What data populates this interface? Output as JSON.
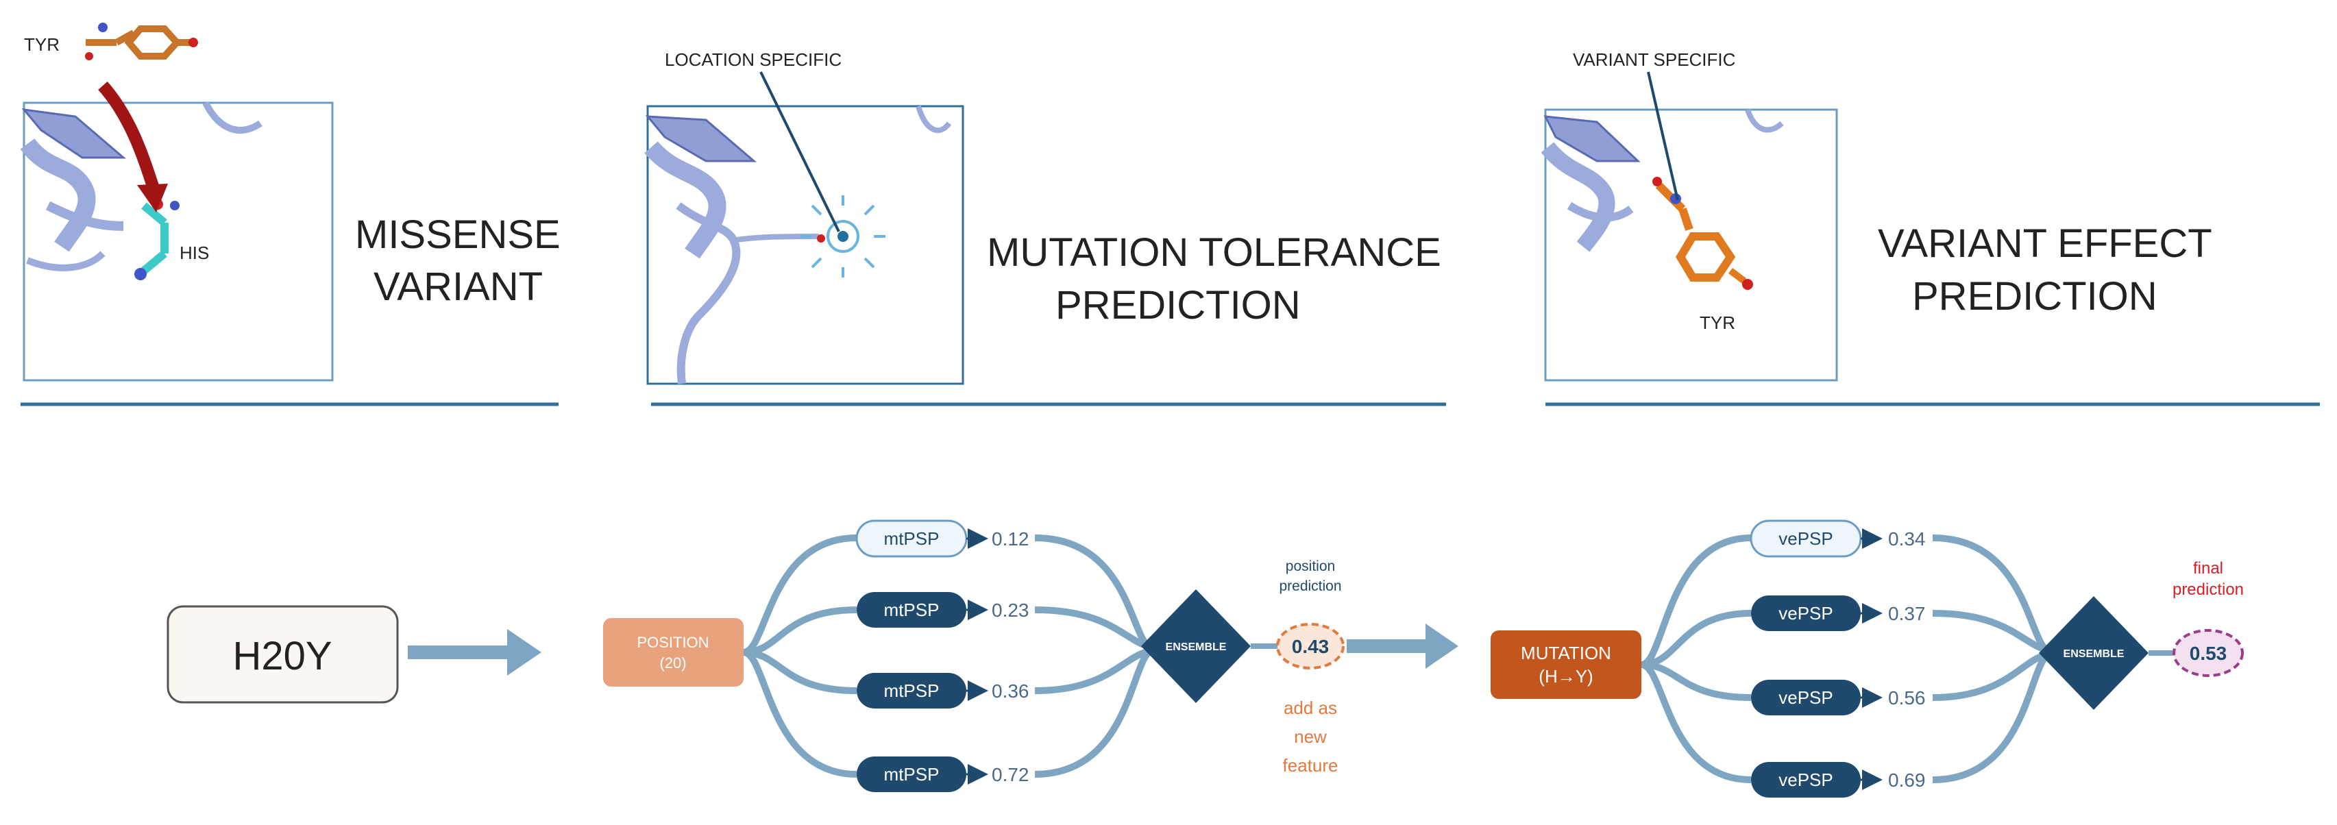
{
  "panels": {
    "missense": {
      "aa_top": "TYR",
      "aa_bottom": "HIS",
      "title_line1": "MISSENSE",
      "title_line2": "VARIANT"
    },
    "tolerance": {
      "annotation": "LOCATION SPECIFIC",
      "title_line1": "MUTATION TOLERANCE",
      "title_line2": "PREDICTION"
    },
    "effect": {
      "annotation": "VARIANT SPECIFIC",
      "aa_label": "TYR",
      "title_line1": "VARIANT EFFECT",
      "title_line2": "PREDICTION"
    }
  },
  "pipeline": {
    "input_variant": "H20Y",
    "position_box_line1": "POSITION",
    "position_box_line2": "(20)",
    "mt_models": [
      {
        "label": "mtPSP",
        "value": "0.12"
      },
      {
        "label": "mtPSP",
        "value": "0.23"
      },
      {
        "label": "mtPSP",
        "value": "0.36"
      },
      {
        "label": "mtPSP",
        "value": "0.72"
      }
    ],
    "ensemble1": "ENSEMBLE",
    "position_prediction_line1": "position",
    "position_prediction_line2": "prediction",
    "position_prediction_value": "0.43",
    "add_feature_line1": "add as",
    "add_feature_line2": "new",
    "add_feature_line3": "feature",
    "mutation_box_line1": "MUTATION",
    "mutation_box_line2": "(H→Y)",
    "ve_models": [
      {
        "label": "vePSP",
        "value": "0.34"
      },
      {
        "label": "vePSP",
        "value": "0.37"
      },
      {
        "label": "vePSP",
        "value": "0.56"
      },
      {
        "label": "vePSP",
        "value": "0.69"
      }
    ],
    "ensemble2": "ENSEMBLE",
    "final_prediction_line1": "final",
    "final_prediction_line2": "prediction",
    "final_prediction_value": "0.53"
  },
  "colors": {
    "navy": "#1f4a6e",
    "light_blue_stroke": "#6a9cc4",
    "flow_line": "#7ea6c2",
    "arrow": "#7ea6c2",
    "position_box": "#e8a27c",
    "mutation_box": "#c2561c",
    "orange_text": "#e07a3e",
    "final_red": "#d3202a",
    "final_purple": "#9c3c8c",
    "protein": "#9aabdc",
    "rule": "#2f6f9a",
    "red_arrow": "#a01414"
  }
}
